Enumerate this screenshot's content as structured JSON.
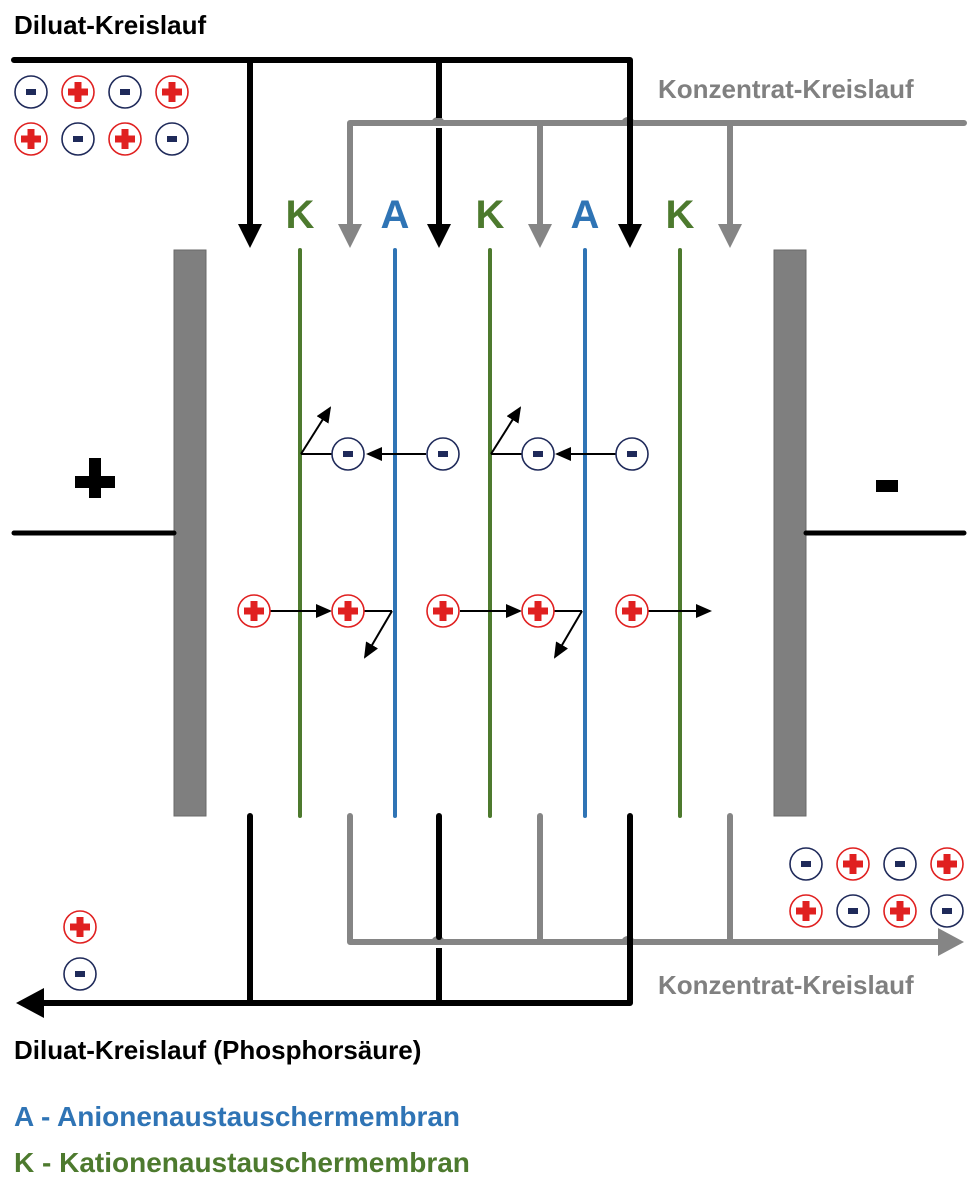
{
  "labels": {
    "diluat_in": "Diluat-Kreislauf",
    "konzentrat_in": "Konzentrat-Kreislauf",
    "konzentrat_out": "Konzentrat-Kreislauf",
    "diluat_out": "Diluat-Kreislauf (Phosphorsäure)",
    "anode_sign": "+",
    "cathode_sign": "-"
  },
  "legend": [
    {
      "key": "A",
      "text": "A - Anionenaustauschermembran",
      "color": "#2f74b5"
    },
    {
      "key": "K",
      "text": "K - Kationenaustauschermembran",
      "color": "#4d7a2e"
    }
  ],
  "membranes": [
    "K",
    "A",
    "K",
    "A",
    "K"
  ],
  "colors": {
    "diluat": "#000000",
    "konzentrat": "#858585",
    "electrode": "#7f7f7f",
    "membrane_A": "#2f74b5",
    "membrane_K": "#4d7a2e",
    "cation": "#e02020",
    "anion": "#1f2a5a"
  },
  "ion_groups": {
    "diluat_in": [
      [
        "-",
        "+",
        "-",
        "+"
      ],
      [
        "+",
        "-",
        "+",
        "-"
      ]
    ],
    "konzentrat_out": [
      [
        "-",
        "+",
        "-",
        "+"
      ],
      [
        "+",
        "-",
        "+",
        "-"
      ]
    ],
    "diluat_out": [
      [
        "+"
      ],
      [
        "-"
      ]
    ]
  }
}
